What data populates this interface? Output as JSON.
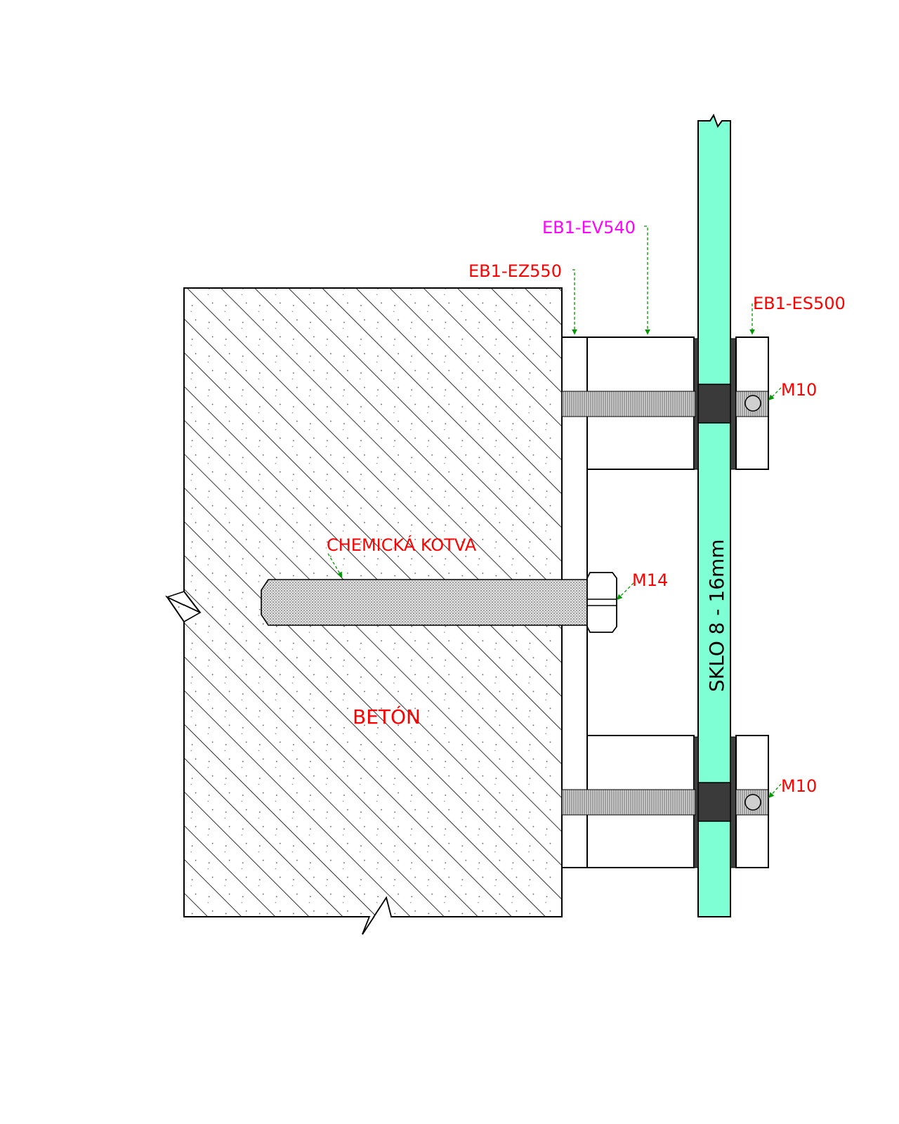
{
  "labels": {
    "ev540": "EB1-EV540",
    "ez550": "EB1-EZ550",
    "es500": "EB1-ES500",
    "m10_top": "M10",
    "m10_bottom": "M10",
    "m14": "M14",
    "chem_anchor": "CHEMICKÁ KOTVA",
    "concrete": "BETÓN",
    "glass": "SKLO  8 - 16mm"
  },
  "colors": {
    "glass_fill": "#7fffd4",
    "label_red": "#ff0000",
    "label_magenta": "#ff00ff",
    "leader_green": "#009900",
    "outline": "#000000",
    "gasket": "#404040"
  }
}
